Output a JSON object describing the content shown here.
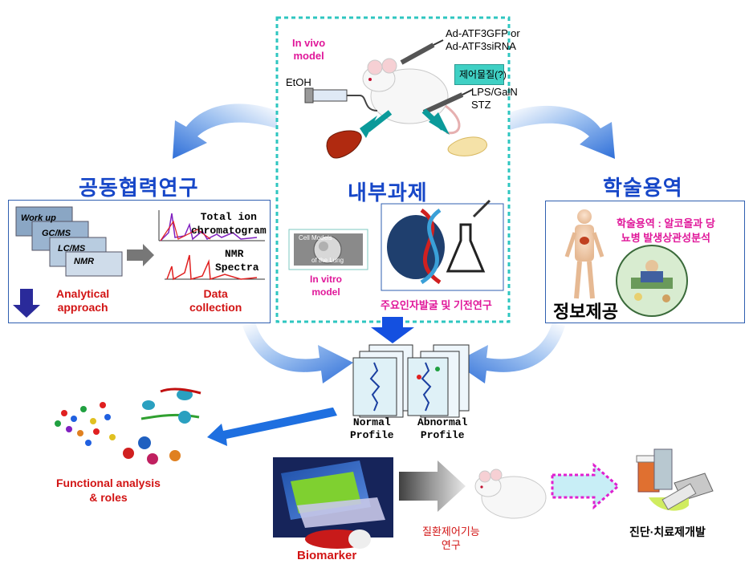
{
  "invivo": {
    "title_line1": "In vivo",
    "title_line2": "model",
    "etoh": "EtOH",
    "adenovirus_line1": "Ad-ATF3GFP or",
    "adenovirus_line2": "Ad-ATF3siRNA",
    "regulator": "제어물질(?)",
    "lps_line1": "LPS/GalN",
    "lps_line2": "STZ"
  },
  "left": {
    "title": "공동협력연구",
    "stack": [
      "Work up",
      "GC/MS",
      "LC/MS",
      "NMR"
    ],
    "tic_line1": "Total ion",
    "tic_line2": "chromatogram",
    "nmr_line1": "NMR",
    "nmr_line2": "Spectra",
    "analytical_line1": "Analytical",
    "analytical_line2": "approach",
    "data_line1": "Data",
    "data_line2": "collection"
  },
  "center": {
    "title": "내부과제",
    "invitro_line1": "In vitro",
    "invitro_line2": "model",
    "cell_models_line1": "Cell Models",
    "cell_models_line2": "of the Lung",
    "key_factor": "주요인자발굴 및 기전연구"
  },
  "right": {
    "title": "학술용역",
    "desc_line1": "학술용역 : 알코올과 당",
    "desc_line2": "뇨병 발생상관성분석",
    "info": "정보제공"
  },
  "profiles": {
    "normal_line1": "Normal",
    "normal_line2": "Profile",
    "abnormal_line1": "Abnormal",
    "abnormal_line2": "Profile"
  },
  "bottom": {
    "functional_line1": "Functional analysis",
    "functional_line2": "& roles",
    "biomarker": "Biomarker",
    "disease_line1": "질환제어기능",
    "disease_line2": "연구",
    "diagnosis": "진단·치료제개발"
  },
  "colors": {
    "flow_blue": "#3a78d8",
    "dotted_teal": "#2ec6c0",
    "title_blue": "#1747c8",
    "magenta": "#e0189a",
    "red": "#d21414"
  }
}
